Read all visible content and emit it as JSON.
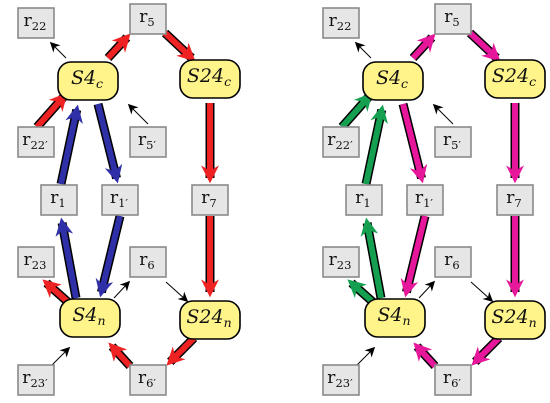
{
  "colors": {
    "red": "#ee2222",
    "blue": "#2f2fa8",
    "magenta": "#e6179b",
    "green": "#14a050",
    "edge_outline": "#000000",
    "node_fill": "#fff48a",
    "box_fill": "#e6e6e6"
  },
  "panels": [
    {
      "id": "left",
      "nodes": {
        "s4c": {
          "base": "S4",
          "sub": "c"
        },
        "s24c": {
          "base": "S24",
          "sub": "c"
        },
        "s4n": {
          "base": "S4",
          "sub": "n"
        },
        "s24n": {
          "base": "S24",
          "sub": "n"
        }
      },
      "reactions": {
        "r22": {
          "base": "r",
          "sub": "22"
        },
        "r5": {
          "base": "r",
          "sub": "5"
        },
        "r22p": {
          "base": "r",
          "sub": "22′"
        },
        "r5p": {
          "base": "r",
          "sub": "5′"
        },
        "r1": {
          "base": "r",
          "sub": "1"
        },
        "r1p": {
          "base": "r",
          "sub": "1′"
        },
        "r7": {
          "base": "r",
          "sub": "7"
        },
        "r23": {
          "base": "r",
          "sub": "23"
        },
        "r6": {
          "base": "r",
          "sub": "6"
        },
        "r23p": {
          "base": "r",
          "sub": "23′"
        },
        "r6p": {
          "base": "r",
          "sub": "6′"
        }
      },
      "flows": {
        "r22p_to_s4c": "red",
        "s4c_to_r5": "red",
        "r5_to_s24c": "red",
        "s24c_to_r7": "red",
        "r7_to_s24n": "red",
        "s24n_to_r6p": "red",
        "r6p_to_s4n": "red",
        "s4n_to_r23": "red",
        "s4n_to_r1": "blue",
        "r1_to_s4c": "blue",
        "s4c_to_r1p": "blue",
        "r1p_to_s4n": "blue"
      }
    },
    {
      "id": "right",
      "nodes": {
        "s4c": {
          "base": "S4",
          "sub": "c"
        },
        "s24c": {
          "base": "S24",
          "sub": "c"
        },
        "s4n": {
          "base": "S4",
          "sub": "n"
        },
        "s24n": {
          "base": "S24",
          "sub": "n"
        }
      },
      "reactions": {
        "r22": {
          "base": "r",
          "sub": "22"
        },
        "r5": {
          "base": "r",
          "sub": "5"
        },
        "r22p": {
          "base": "r",
          "sub": "22′"
        },
        "r5p": {
          "base": "r",
          "sub": "5′"
        },
        "r1": {
          "base": "r",
          "sub": "1"
        },
        "r1p": {
          "base": "r",
          "sub": "1′"
        },
        "r7": {
          "base": "r",
          "sub": "7"
        },
        "r23": {
          "base": "r",
          "sub": "23"
        },
        "r6": {
          "base": "r",
          "sub": "6"
        },
        "r23p": {
          "base": "r",
          "sub": "23′"
        },
        "r6p": {
          "base": "r",
          "sub": "6′"
        }
      },
      "flows": {
        "r22p_to_s4c": "green",
        "s4c_to_r5": "magenta",
        "r5_to_s24c": "magenta",
        "s24c_to_r7": "magenta",
        "r7_to_s24n": "magenta",
        "s24n_to_r6p": "magenta",
        "r6p_to_s4n": "magenta",
        "s4n_to_r23": "green",
        "s4n_to_r1": "green",
        "r1_to_s4c": "green",
        "s4c_to_r1p": "magenta",
        "r1p_to_s4n": "magenta"
      }
    }
  ]
}
